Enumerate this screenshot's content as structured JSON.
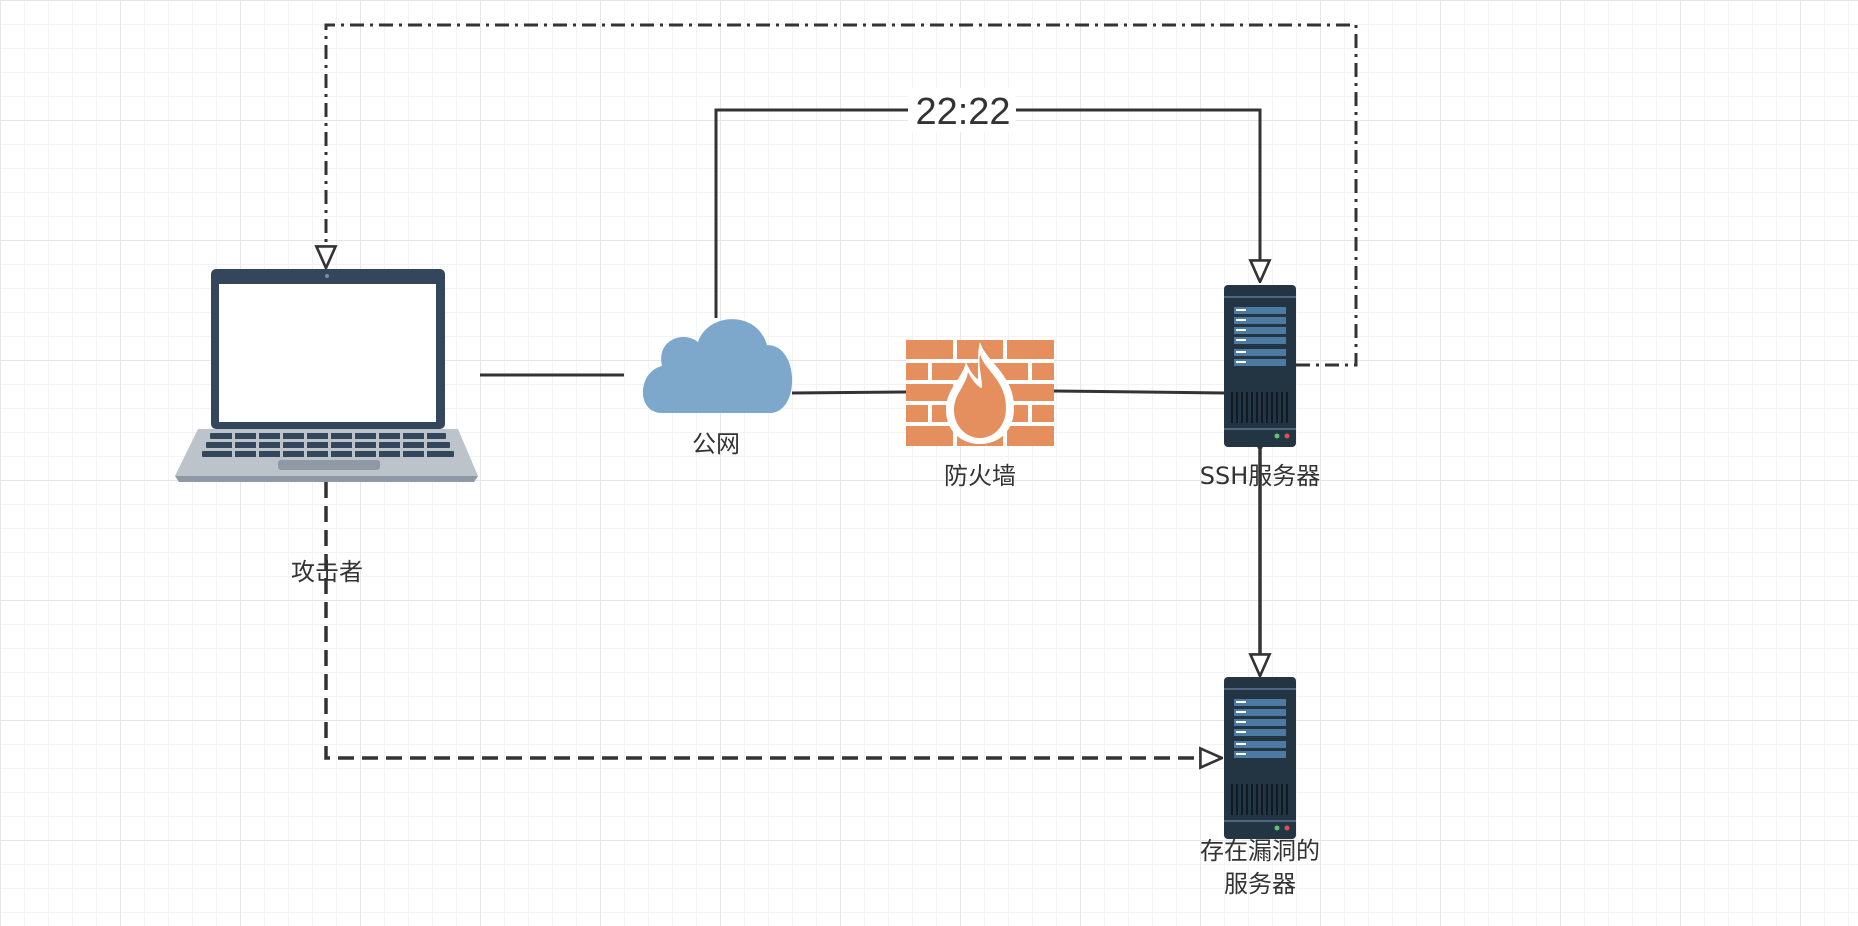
{
  "nodes": {
    "attacker": {
      "label": "攻击者",
      "icon": "laptop-icon"
    },
    "internet": {
      "label": "公网",
      "icon": "cloud-icon",
      "color": "#7ea8cb"
    },
    "firewall": {
      "label": "防火墙",
      "icon": "firewall-icon",
      "color": "#e58f5e"
    },
    "ssh_server": {
      "label": "SSH服务器",
      "icon": "server-icon"
    },
    "vuln_server": {
      "label_line1": "存在漏洞的",
      "label_line2": "服务器",
      "icon": "server-icon"
    }
  },
  "edges": {
    "port_mapping": {
      "label": "22:22"
    }
  },
  "colors": {
    "line": "#333333",
    "server_body": "#233443",
    "laptop_frame": "#34465c"
  }
}
